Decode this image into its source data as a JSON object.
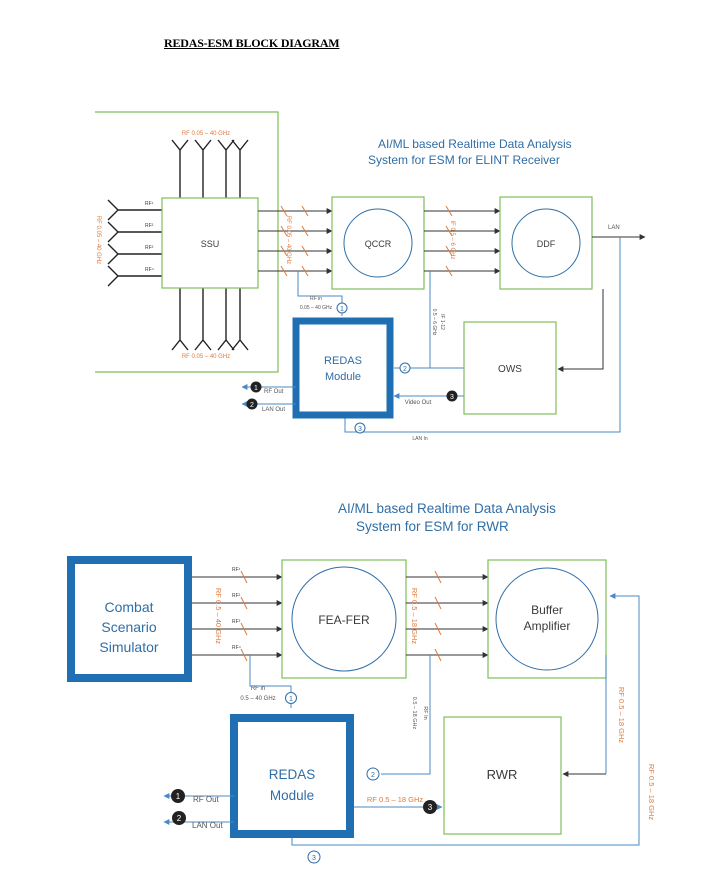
{
  "document": {
    "title": "REDAS-ESM BLOCK DIAGRAM"
  },
  "colors": {
    "block_border": "#7fbf5a",
    "module_border": "#1f6fb2",
    "signal_line": "#4a89c6",
    "rf_label": "#e07a3c",
    "heading_text": "#2f6ea6"
  },
  "diagram1": {
    "heading_line1": "AI/ML based Realtime Data Analysis",
    "heading_line2": "System for ESM for ELINT Receiver",
    "rf_top": "RF 0.05 – 40 GHz",
    "rf_bottom": "RF 0.05 – 40 GHz",
    "rf_left": "RF 0.05 – 40 GHz",
    "ssu_label": "SSU",
    "qccr_label": "QCCR",
    "ddf_label": "DDF",
    "ows_label": "OWS",
    "lan_label": "LAN",
    "rf_inputs": [
      "RF¹",
      "RF²",
      "RF³",
      "RF⁴"
    ],
    "ssu_qccr_band": "RF 0.05 – 40 GHz",
    "qccr_ddf_band": "IF 0.5 – 6 GHz",
    "if_down": "IF 1-12",
    "if_down_range": "0.5 – 6 GHz",
    "rf_in_label": "RF in",
    "rf_in_range": "0.05 – 40 GHz",
    "module_line1": "REDAS",
    "module_line2": "Module",
    "rf_out": "RF Out",
    "lan_out": "LAN Out",
    "video_out": "Video Out",
    "lan_in": "LAN In",
    "markers": {
      "rf_out": "1",
      "lan_out": "2",
      "rf_in": "1",
      "to_ows": "2",
      "video_out": "3",
      "lan_in": "3"
    }
  },
  "diagram2": {
    "heading_line1": "AI/ML based Realtime Data Analysis",
    "heading_line2": "System for ESM for RWR",
    "css_line1": "Combat",
    "css_line2": "Scenario",
    "css_line3": "Simulator",
    "fea_label": "FEA-FER",
    "buffer_line1": "Buffer",
    "buffer_line2": "Amplifier",
    "rwr_label": "RWR",
    "rf_inputs": [
      "RF¹",
      "RF²",
      "RF³",
      "RF⁴"
    ],
    "css_fea_band": "RF 0.5 – 40 GHz",
    "fea_buf_band": "RF 0.5 – 18 GHz",
    "rf_in_label": "RF in",
    "rf_in_range": "0.5 – 40 GHz",
    "down_label": "RF In",
    "down_range": "0.5 – 18 GHz",
    "right_band_1": "RF 0.5 – 18 GHz",
    "right_band_2": "RF 0.5 – 18 GHz",
    "module_line1": "REDAS",
    "module_line2": "Module",
    "rf_out": "RF Out",
    "lan_out": "LAN Out",
    "module_to_rwr": "RF 0.5 – 18 GHz",
    "markers": {
      "rf_out": "1",
      "lan_out": "2",
      "rf_in": "1",
      "to_rwr": "2",
      "rwr_in": "3",
      "bottom": "3"
    }
  }
}
